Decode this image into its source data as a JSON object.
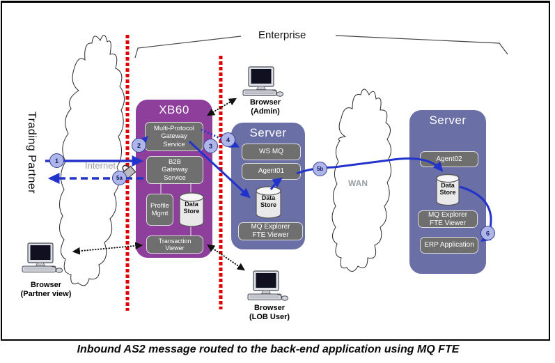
{
  "caption": "Inbound AS2 message routed to the back-end application using MQ FTE",
  "enterprise_label": "Enterprise",
  "trading_partner_label": "Trading Partner",
  "clouds": {
    "internet": "Internet",
    "wan": "WAN"
  },
  "xb60": {
    "title": "XB60",
    "multi_protocol": "Multi-Protocol\nGateway\nService",
    "b2b": "B2B\nGateway\nService",
    "profile": "Profile\nMgmt",
    "data_store": "Data\nStore",
    "transaction_viewer": "Transaction\nViewer"
  },
  "server_mid": {
    "title": "Server",
    "ws_mq": "WS MQ",
    "agent": "Agent01",
    "data_store": "Data\nStore",
    "mq_explorer": "MQ Explorer\nFTE Viewer"
  },
  "server_right": {
    "title": "Server",
    "agent": "Agent02",
    "data_store": "Data\nStore",
    "mq_explorer": "MQ Explorer\nFTE Viewer",
    "erp": "ERP Application"
  },
  "browsers": {
    "admin": "Browser\n(Admin)",
    "partner": "Browser\n(Partner view)",
    "lob": "Browser\n(LOB User)"
  },
  "steps": {
    "s1": "1",
    "s2": "2",
    "s3": "3",
    "s4": "4",
    "s5a": "5a",
    "s5b": "5b",
    "s6": "6"
  },
  "colors": {
    "flow_blue": "#2233CC",
    "firewall_red": "#E00000",
    "xb60_purple": "#8E3F9C",
    "server_slate": "#6A70A6",
    "component_gray": "#6F6F6F",
    "badge_fill": "#AEB5E8"
  }
}
